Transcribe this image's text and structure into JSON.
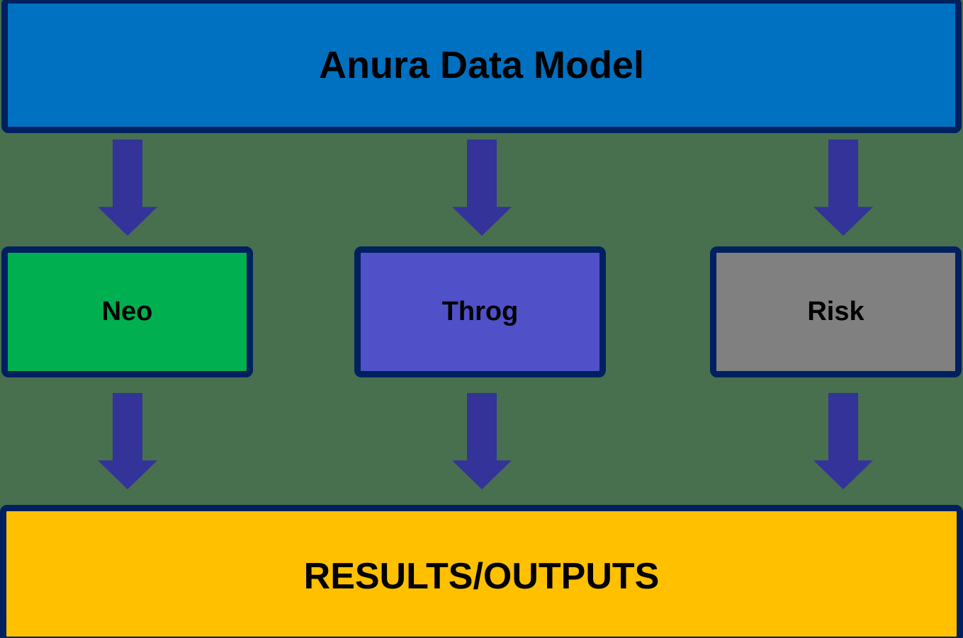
{
  "diagram": {
    "source": {
      "label": "Anura Data Model"
    },
    "modules": [
      {
        "id": "neo",
        "label": "Neo"
      },
      {
        "id": "throg",
        "label": "Throg"
      },
      {
        "id": "risk",
        "label": "Risk"
      }
    ],
    "output": {
      "label": "RESULTS/OUTPUTS"
    }
  },
  "colors": {
    "background": "#48704E",
    "border": "#002060",
    "arrow": "#333399",
    "source_fill": "#0070C0",
    "neo_fill": "#00B050",
    "throg_fill": "#5050C8",
    "risk_fill": "#808080",
    "output_fill": "#FFC000",
    "text": "#000000"
  }
}
